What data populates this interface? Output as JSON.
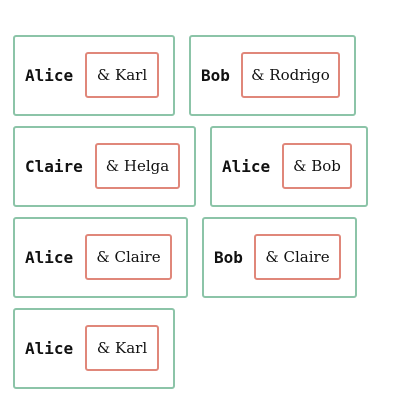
{
  "pairs": [
    {
      "name": "Alice",
      "partner": "& Karl"
    },
    {
      "name": "Bob",
      "partner": "& Rodrigo"
    },
    {
      "name": "Claire",
      "partner": "& Helga"
    },
    {
      "name": "Alice",
      "partner": "& Bob"
    },
    {
      "name": "Alice",
      "partner": "& Claire"
    },
    {
      "name": "Bob",
      "partner": "& Claire"
    },
    {
      "name": "Alice",
      "partner": "& Karl"
    }
  ],
  "colors": {
    "outer_border": "#8cc4a8",
    "inner_border": "#e0877a"
  }
}
